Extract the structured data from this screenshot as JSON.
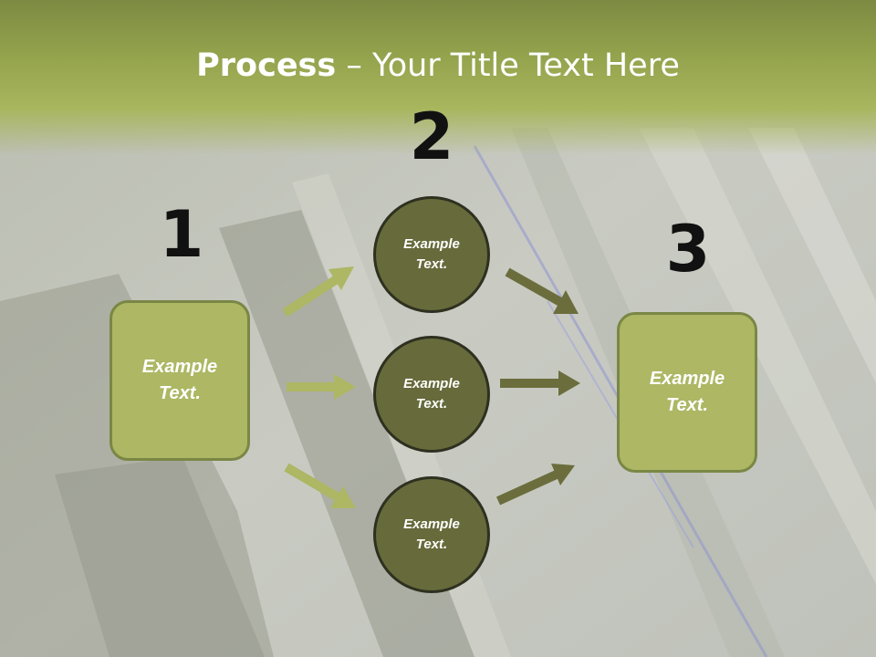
{
  "title": {
    "bold": "Process",
    "rest": " – Your Title Text Here"
  },
  "steps": {
    "one": {
      "number": "1",
      "box_text": "Example\nText."
    },
    "two": {
      "number": "2",
      "circles": [
        "Example\nText.",
        "Example\nText.",
        "Example\nText."
      ]
    },
    "three": {
      "number": "3",
      "box_text": "Example\nText."
    }
  },
  "colors": {
    "header_band": "#93a24c",
    "box_fill": "#adb764",
    "box_border": "#7a8745",
    "circle_fill": "#676a3a",
    "light_arrow": "#adb764",
    "dark_arrow": "#6b6e3c"
  }
}
